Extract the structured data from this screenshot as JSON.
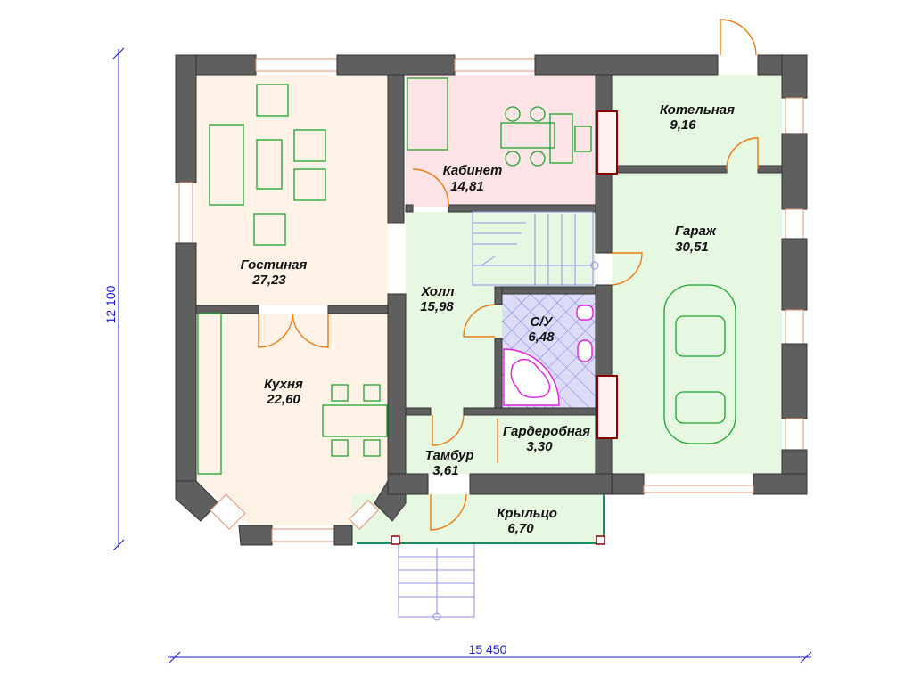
{
  "plan": {
    "rooms": [
      {
        "name": "Гостиная",
        "area": "27,23"
      },
      {
        "name": "Кабинет",
        "area": "14,81"
      },
      {
        "name": "Котельная",
        "area": "9,16"
      },
      {
        "name": "Гараж",
        "area": "30,51"
      },
      {
        "name": "Холл",
        "area": "15,98"
      },
      {
        "name": "С/У",
        "area": "6,48"
      },
      {
        "name": "Кухня",
        "area": "22,60"
      },
      {
        "name": "Гардеробная",
        "area": "3,30"
      },
      {
        "name": "Тамбур",
        "area": "3,61"
      },
      {
        "name": "Крыльцо",
        "area": "6,70"
      }
    ],
    "dimensions": {
      "height": "12 100",
      "width": "15 450"
    },
    "colors": {
      "living": "#fff3e8",
      "cabinet": "#fce4e6",
      "hall": "#e6f7e2",
      "wall": "#5f5f5f",
      "dimension": "#1a1ad8"
    }
  }
}
